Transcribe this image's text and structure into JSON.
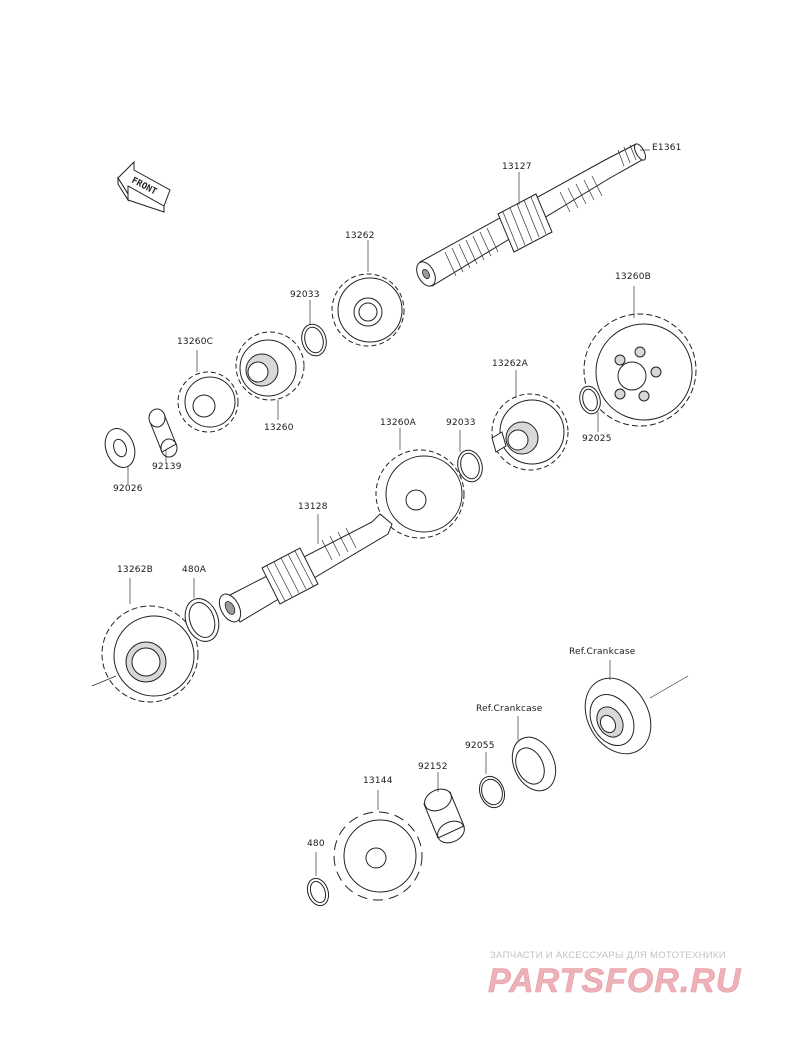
{
  "figure_id": "E1361",
  "front_marker": "FRONT",
  "part_labels": [
    {
      "id": "p13127",
      "text": "13127"
    },
    {
      "id": "p13262",
      "text": "13262"
    },
    {
      "id": "p92033a",
      "text": "92033"
    },
    {
      "id": "p13260c",
      "text": "13260C"
    },
    {
      "id": "p13260",
      "text": "13260"
    },
    {
      "id": "p92139",
      "text": "92139"
    },
    {
      "id": "p92026",
      "text": "92026"
    },
    {
      "id": "p13260b",
      "text": "13260B"
    },
    {
      "id": "p13262a",
      "text": "13262A"
    },
    {
      "id": "p92025",
      "text": "92025"
    },
    {
      "id": "p13260a",
      "text": "13260A"
    },
    {
      "id": "p92033b",
      "text": "92033"
    },
    {
      "id": "p13128",
      "text": "13128"
    },
    {
      "id": "p13262b",
      "text": "13262B"
    },
    {
      "id": "p480a",
      "text": "480A"
    },
    {
      "id": "pref1",
      "text": "Ref.Crankcase"
    },
    {
      "id": "pref2",
      "text": "Ref.Crankcase"
    },
    {
      "id": "p92055",
      "text": "92055"
    },
    {
      "id": "p92152",
      "text": "92152"
    },
    {
      "id": "p13144",
      "text": "13144"
    },
    {
      "id": "p480",
      "text": "480"
    }
  ],
  "watermark": {
    "tagline": "ЗАПЧАСТИ И АКСЕССУАРЫ ДЛЯ МОТОТЕХНИКИ",
    "brand": "PARTSFOR.RU",
    "color": "#e8a0a8"
  }
}
